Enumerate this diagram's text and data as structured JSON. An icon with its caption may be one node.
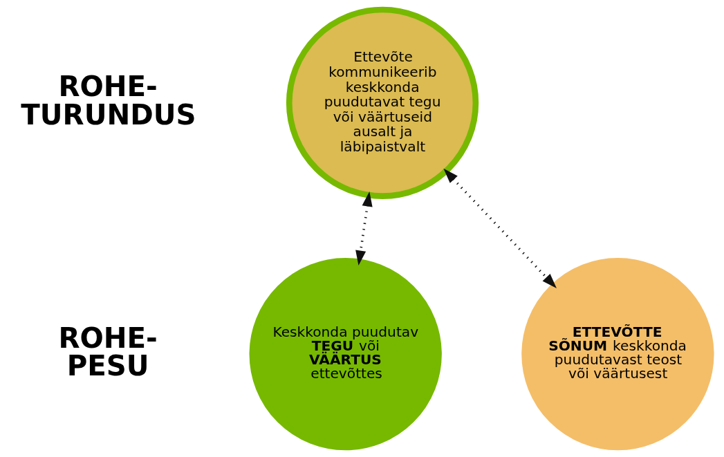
{
  "diagram": {
    "nodes": [
      {
        "text": [
          "Ettevõte kommunikeerib keskkonda puudutavat tegu või väärtuseid ausalt ja läbipaistvalt"
        ]
      },
      {
        "text": [
          "Keskkonda puudutav **TEGU** või **VÄÄRTUS** ettevõttes"
        ]
      },
      {
        "text": [
          "**ETTEVÕTTE SÕNUM** keskkonda puudutavast teost või väärtusest"
        ]
      }
    ],
    "edges": [
      {
        "from": 0,
        "to": 1,
        "arrow": "both",
        "style": "dashed"
      },
      {
        "from": 0,
        "to": 2,
        "arrow": "both",
        "style": "dashed"
      }
    ],
    "labels": [
      "ROHE- TURUNDUS",
      "ROHE- PESU"
    ]
  }
}
